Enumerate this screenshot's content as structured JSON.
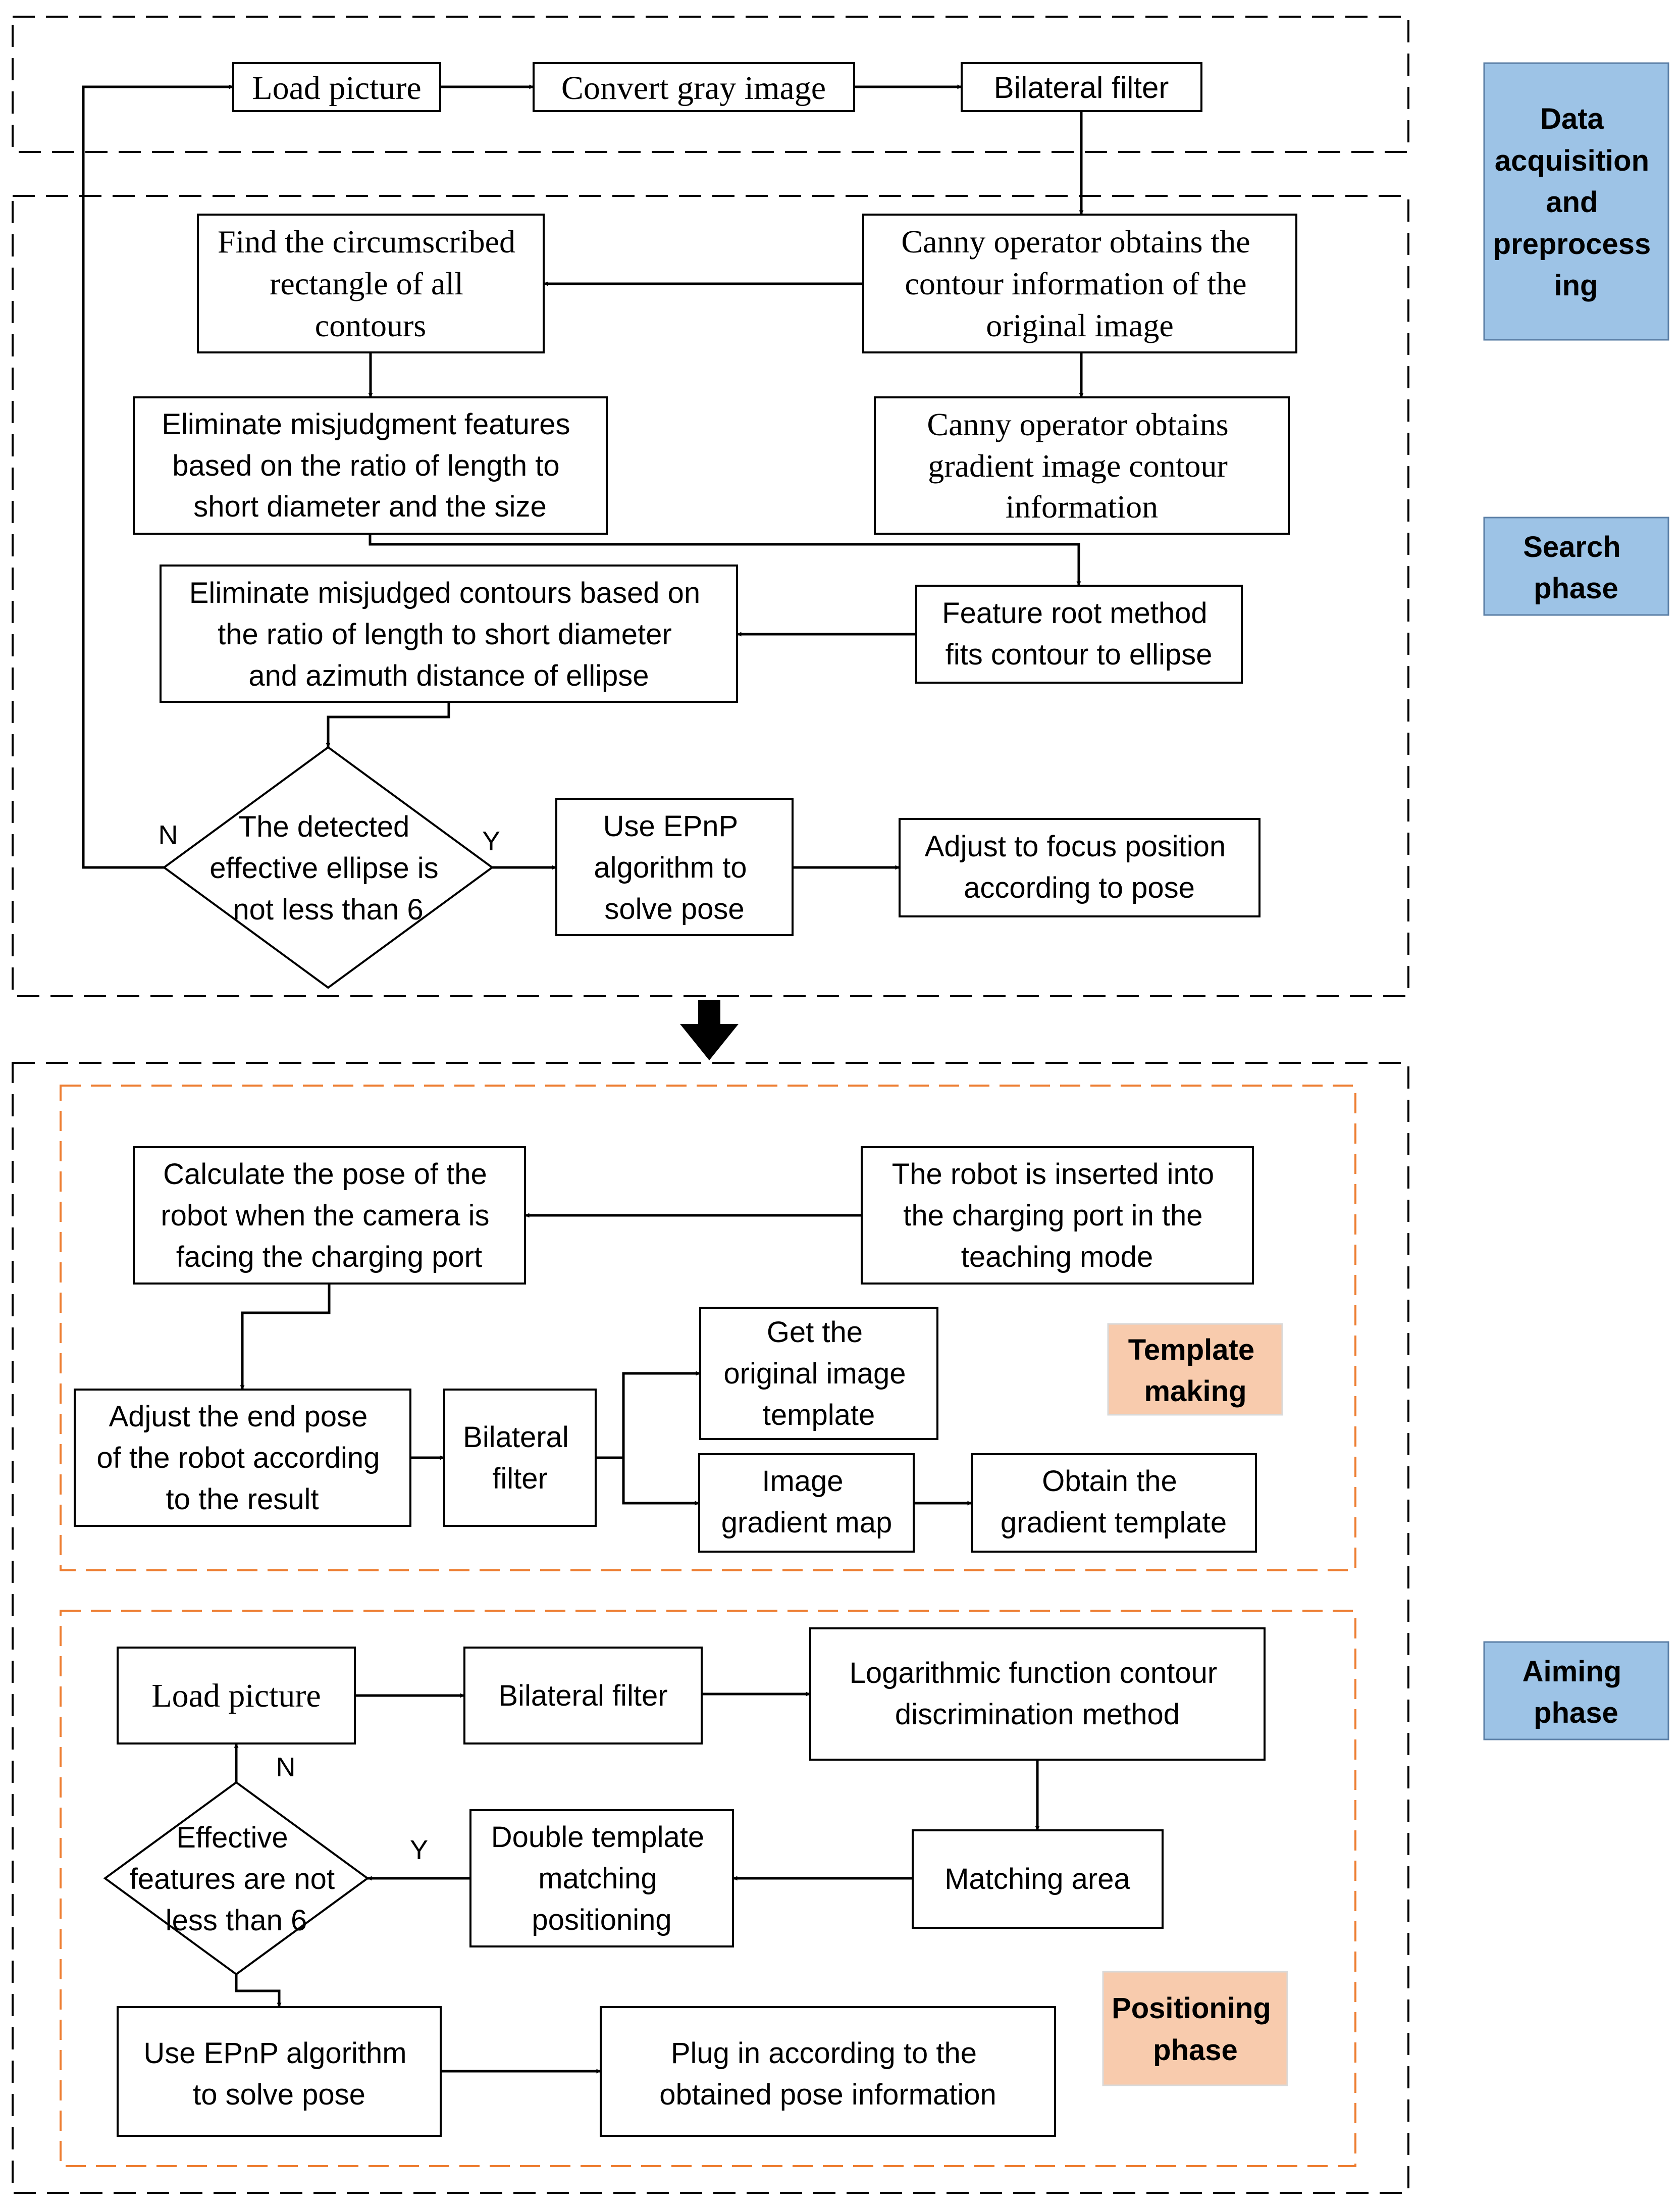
{
  "phases": {
    "data_acquisition": [
      "Data",
      "acquisition",
      "and",
      "preprocess",
      "ing"
    ],
    "search": [
      "Search",
      "phase"
    ],
    "aiming": [
      "Aiming",
      "phase"
    ],
    "template_making": [
      "Template",
      "making"
    ],
    "positioning": [
      "Positioning",
      "phase"
    ]
  },
  "nodes": {
    "load_picture_1": [
      "Load picture"
    ],
    "convert_gray": [
      "Convert gray image"
    ],
    "bilateral_filter_1": [
      "Bilateral filter"
    ],
    "canny_contour": [
      "Canny operator obtains the",
      "contour information of the",
      "original image"
    ],
    "find_rect": [
      "Find the circumscribed",
      "rectangle of all",
      "contours"
    ],
    "canny_gradient": [
      "Canny operator obtains",
      "gradient image contour",
      "information"
    ],
    "eliminate_features": [
      "Eliminate misjudgment features",
      "based on the ratio of length to",
      "short diameter and the size"
    ],
    "feature_root": [
      "Feature root method",
      "fits contour to ellipse"
    ],
    "eliminate_contours": [
      "Eliminate misjudged contours based on",
      "the ratio of length to short diameter",
      "and azimuth distance of ellipse"
    ],
    "decision_ellipse": [
      "The detected",
      "effective ellipse is",
      "not less than 6"
    ],
    "epnp_1": [
      "Use EPnP",
      "algorithm to",
      "solve pose"
    ],
    "adjust_focus": [
      "Adjust to focus position",
      "according to pose"
    ],
    "calc_pose": [
      "Calculate the pose of the",
      "robot when the camera is",
      "facing the charging port"
    ],
    "robot_inserted": [
      "The robot is inserted into",
      "the charging port in the",
      "teaching mode"
    ],
    "adjust_end": [
      "Adjust the end pose",
      "of the robot according",
      "to the result"
    ],
    "bilateral_filter_2": [
      "Bilateral",
      "filter"
    ],
    "orig_template": [
      "Get the",
      "original image",
      "template"
    ],
    "gradient_map": [
      "Image",
      "gradient map"
    ],
    "gradient_template": [
      "Obtain the",
      "gradient template"
    ],
    "load_picture_2": [
      "Load picture"
    ],
    "bilateral_filter_3": [
      "Bilateral filter"
    ],
    "log_function": [
      "Logarithmic function contour",
      "discrimination method"
    ],
    "matching_area": [
      "Matching area"
    ],
    "double_template": [
      "Double template",
      "matching",
      "positioning"
    ],
    "decision_features": [
      "Effective",
      "features are not",
      "less than 6"
    ],
    "epnp_2": [
      "Use EPnP algorithm",
      "to solve pose"
    ],
    "plug_in": [
      "Plug in according to the",
      "obtained pose information"
    ]
  },
  "edge_labels": {
    "n1": "N",
    "y1": "Y",
    "n2": "N",
    "y2": "Y"
  },
  "colors": {
    "phase_blue": "#9dc3e6",
    "phase_orange": "#f8cbad",
    "orange_dash": "#ed7d31",
    "black": "#000000"
  }
}
